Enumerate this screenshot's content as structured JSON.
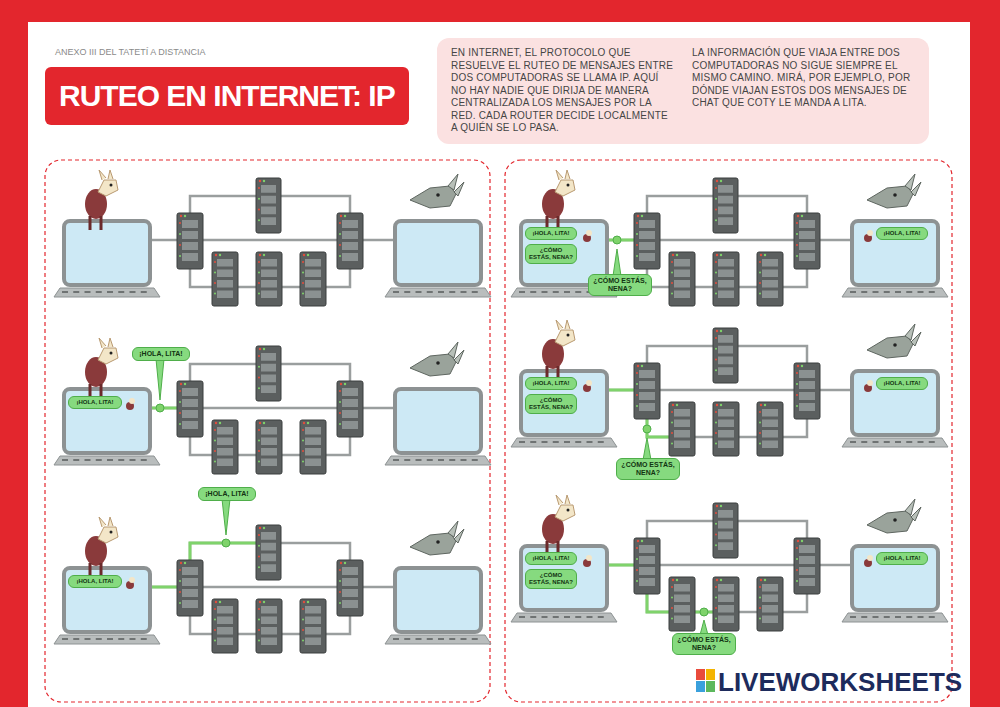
{
  "diagram": {
    "title": "RUTEO EN INTERNET: IP",
    "nodes": [
      {
        "text": [
          "EN INTERNET, EL PROTOCOLO QUE RESUELVE EL RUTEO DE MENSAJES ENTRE DOS COMPUTADORAS SE LLAMA IP. AQUÍ NO HAY NADIE QUE DIRIJA DE MANERA CENTRALIZADA LOS MENSAJES POR LA RED. CADA ROUTER DECIDE LOCALMENTE A QUIÉN SE LO PASA.",
          "LA INFORMACIÓN QUE VIAJA ENTRE DOS COMPUTADORAS NO SIGUE SIEMPRE EL MISMO CAMINO. MIRÁ, POR EJEMPLO, POR DÓNDE VIAJAN ESTOS DOS MENSAJES DE CHAT QUE COTY LE MANDA A LITA."
        ]
      },
      {
        "text": [
          "¡HOLA, LITA!"
        ]
      },
      {
        "text": [
          "¡HOLA, LITA!"
        ]
      },
      {
        "text": [
          "¡HOLA, LITA!"
        ]
      },
      {
        "text": [
          "¡HOLA, LITA!"
        ]
      },
      {
        "text": [
          "¡HOLA, LITA!"
        ]
      },
      {
        "text": [
          "¿CÓMO ESTÁS, NENA?"
        ]
      },
      {
        "text": [
          "¿CÓMO ESTÁS, NENA?"
        ]
      },
      {
        "text": [
          "¡HOLA, LITA!"
        ]
      },
      {
        "text": [
          "¡HOLA, LITA!"
        ]
      },
      {
        "text": [
          "¿CÓMO ESTÁS, NENA?"
        ]
      },
      {
        "text": [
          "¡HOLA, LITA!"
        ]
      },
      {
        "text": [
          "¿CÓMO ESTÁS, NENA?"
        ]
      },
      {
        "text": [
          "¡HOLA, LITA!"
        ]
      },
      {
        "text": [
          "¿CÓMO ESTÁS, NENA?"
        ]
      },
      {
        "text": [
          "¡HOLA, LITA!"
        ]
      },
      {
        "text": [
          "¿CÓMO ESTÁS, NENA?"
        ]
      }
    ],
    "labels": [
      "ANEXO III DEL TATETÍ A DISTANCIA",
      "LIVEWORKSHEETS"
    ]
  }
}
